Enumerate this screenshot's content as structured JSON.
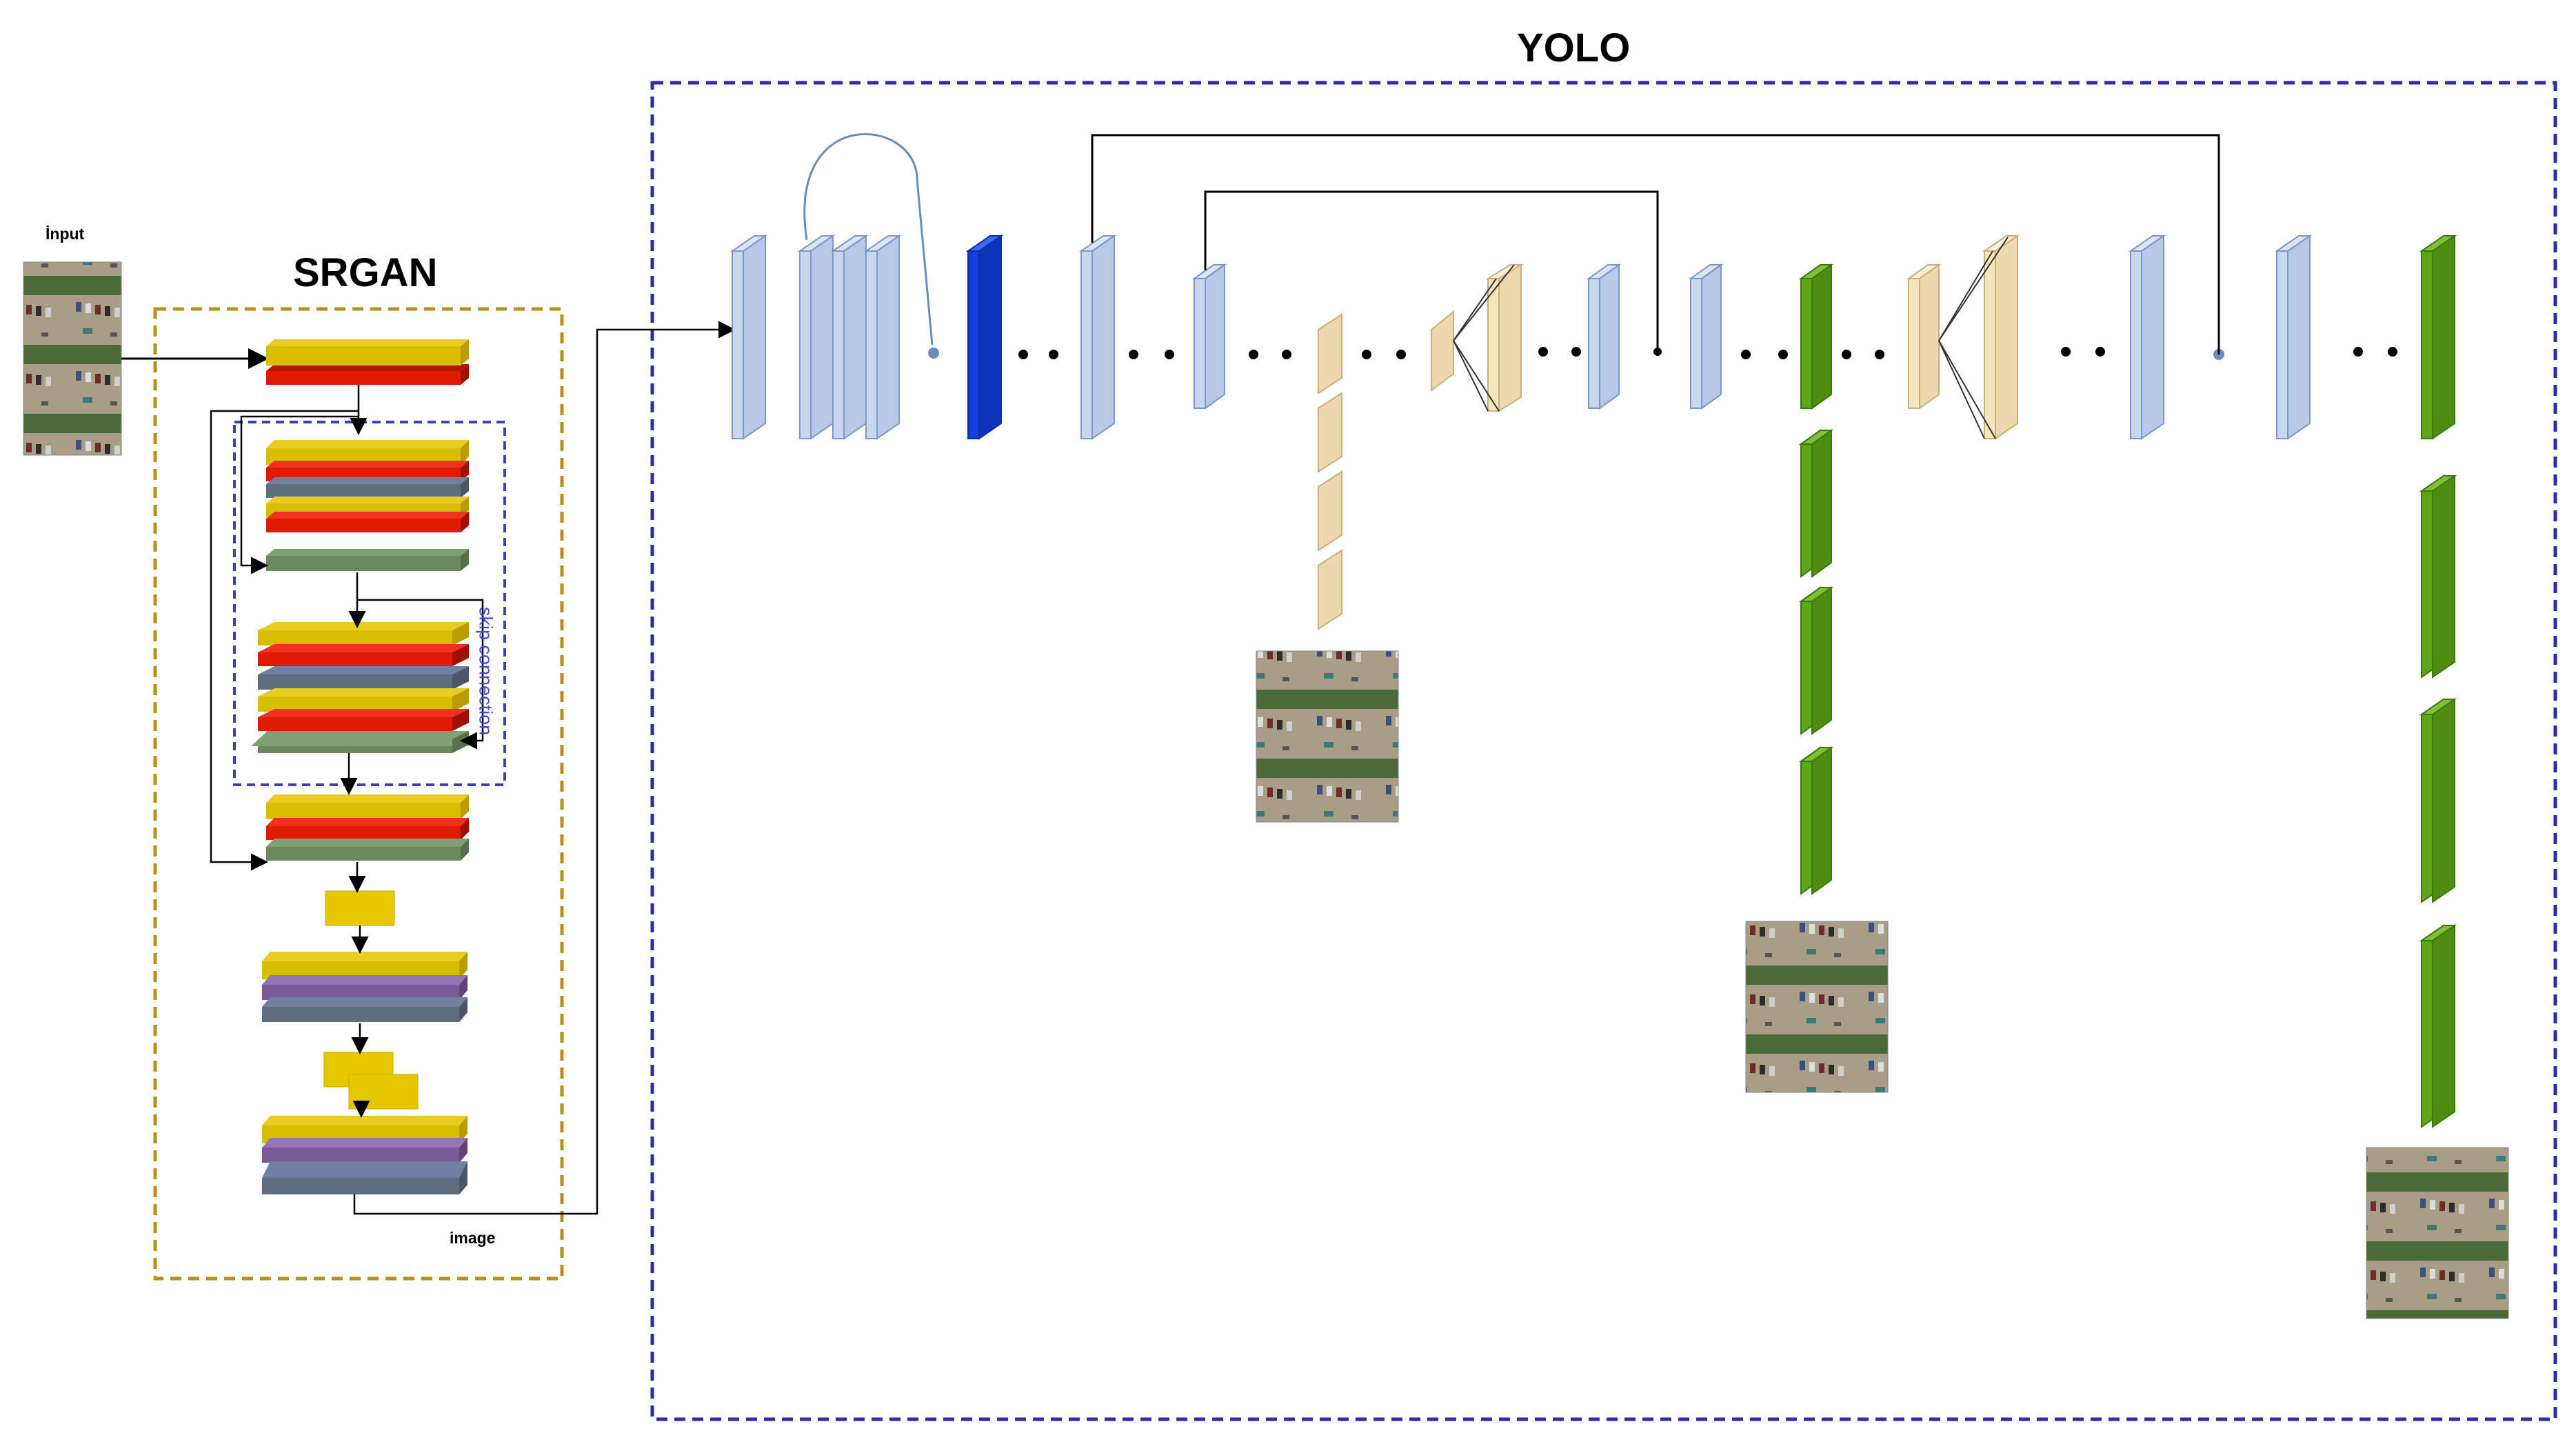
{
  "labels": {
    "yolo_title": "YOLO",
    "srgan_title": "SRGAN",
    "input": "İnput",
    "image": "image",
    "skip_connection": "skip connection"
  },
  "colors": {
    "yolo_box_border": "#2b2bb0",
    "srgan_box_border": "#b8901a",
    "skip_box_border": "#3b3bd0",
    "layer_yellow": "#d9bd00",
    "layer_red": "#e01a00",
    "layer_slate": "#5f6e7e",
    "layer_green": "#6a8a5e",
    "layer_purple": "#7b5a9a",
    "yolo_light_blue": "#c9d7ee",
    "yolo_dark_blue": "#1040d8",
    "yolo_beige": "#ecd9b0",
    "yolo_cream": "#f6e6bd",
    "yolo_green": "#5fa51a",
    "photo_grass": "#4a6a38",
    "photo_pavement": "#a89d85"
  },
  "icons": [
    "input-aerial-photo",
    "detection-output-photo-1",
    "detection-output-photo-2",
    "detection-output-photo-3"
  ]
}
